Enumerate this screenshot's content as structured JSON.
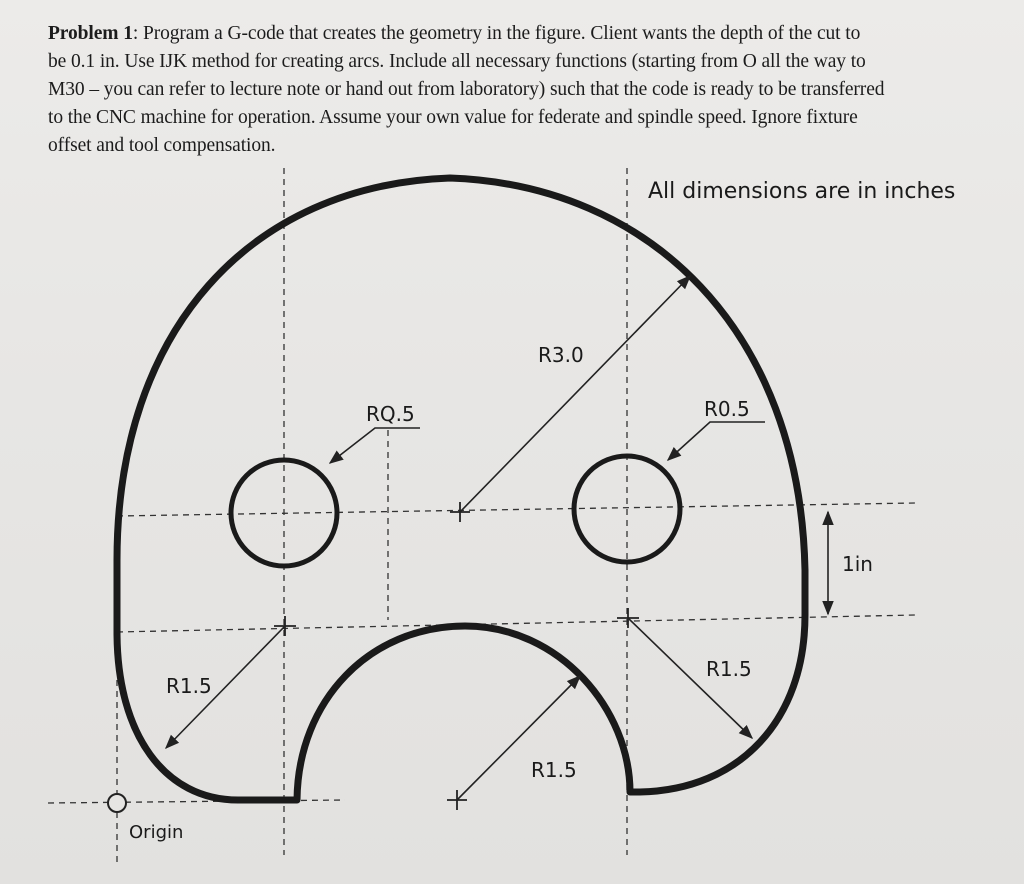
{
  "problem": {
    "label": "Problem 1",
    "lines": [
      ": Program a G-code that creates the geometry in the figure. Client wants the depth of the cut to",
      "be 0.1 in. Use IJK method for creating arcs. Include all necessary functions (starting from O all the way to",
      "M30 – you can refer to lecture note or hand out from laboratory) such that the code is ready to be transferred",
      "to the CNC machine for operation. Assume your own value for federate and spindle speed. Ignore fixture",
      "offset and tool compensation."
    ]
  },
  "figure": {
    "note": "All dimensions are in inches",
    "labels": {
      "r_big": "R3.0",
      "r_hole_left": "RQ.5",
      "r_hole_right": "R0.5",
      "r_corner_left": "R1.5",
      "r_corner_right": "R1.5",
      "r_bottom_arc": "R1.5",
      "dim_height": "1in",
      "origin": "Origin"
    }
  }
}
